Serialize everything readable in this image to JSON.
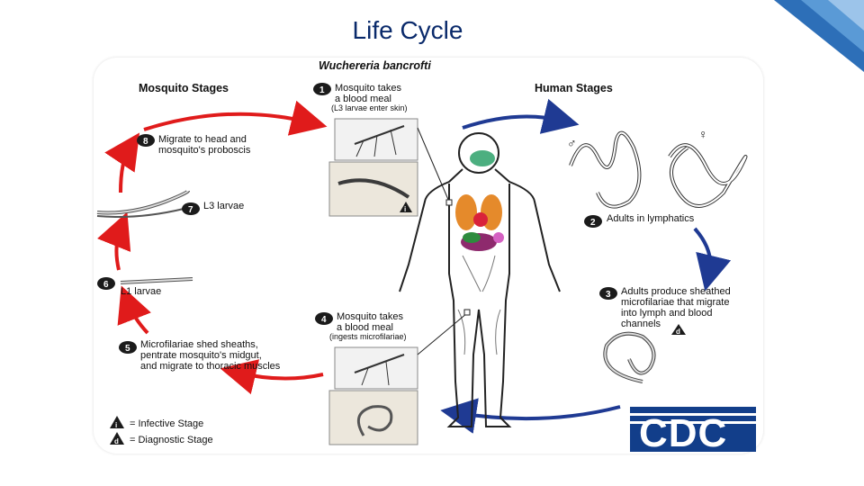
{
  "slide": {
    "title": "Life Cycle"
  },
  "diagram": {
    "species": "Wuchereria bancrofti",
    "mosquito_header": "Mosquito Stages",
    "human_header": "Human Stages",
    "stages": [
      {
        "num": "1",
        "lines": [
          "Mosquito takes",
          "a blood meal"
        ],
        "note": "(L3 larvae enter skin)"
      },
      {
        "num": "2",
        "lines": [
          "Adults in lymphatics"
        ]
      },
      {
        "num": "3",
        "lines": [
          "Adults produce sheathed",
          "microfilariae that migrate",
          "into lymph and blood",
          "channels"
        ]
      },
      {
        "num": "4",
        "lines": [
          "Mosquito takes",
          "a blood meal"
        ],
        "note": "(ingests microfilariae)"
      },
      {
        "num": "5",
        "lines": [
          "Microfilariae shed sheaths,",
          "pentrate mosquito's midgut,",
          "and migrate to thoracic muscles"
        ]
      },
      {
        "num": "6",
        "lines": [
          "L1 larvae"
        ]
      },
      {
        "num": "7",
        "lines": [
          "L3 larvae"
        ]
      },
      {
        "num": "8",
        "lines": [
          "Migrate to head and",
          "mosquito's proboscis"
        ]
      }
    ],
    "legend": [
      {
        "symbol": "i",
        "text": "= Infective Stage"
      },
      {
        "symbol": "d",
        "text": "= Diagnostic Stage"
      }
    ],
    "markers": {
      "infective": "i",
      "diagnostic": "d",
      "male": "♂",
      "female": "♀"
    },
    "logo": "CDC",
    "colors": {
      "arrow_red": "#e01b1b",
      "arrow_blue": "#1f3a93",
      "badge": "#1b1b1b",
      "title": "#0a2a6b",
      "cdc_blue": "#123e8a"
    }
  }
}
